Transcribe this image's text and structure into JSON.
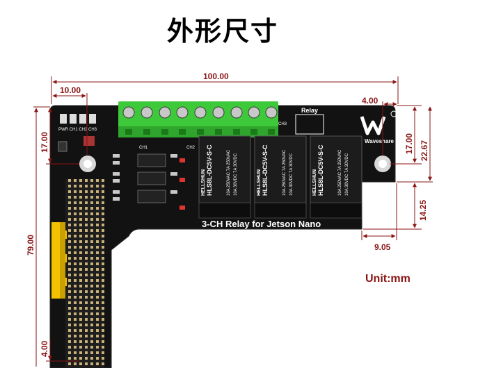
{
  "title": "外形尺寸",
  "unit_label": "Unit:mm",
  "board": {
    "name": "3-CH Relay for Jetson Nano",
    "brand": "Waveshare",
    "relay_label": "Relay",
    "relay_model": "HLS8L-DC5V-S-C",
    "relay_brand": "HELLSHUN",
    "relay_rating_1": "10A 250VAC  7A 250VAC",
    "relay_rating_2": "10A 30VDC  7A 30VDC",
    "ch1_label": "CH1",
    "ch2_label": "CH2",
    "ch3_label": "CH3",
    "led_labels": "PWR CH1 CH2 CH3",
    "colors": {
      "pcb": "#121212",
      "terminal": "#3ec93a",
      "relay": "#1c1c1c",
      "jumper": "#f2c200",
      "header": "#262626"
    }
  },
  "dimensions": {
    "total_width": "100.00",
    "left_offset": "10.00",
    "right_offset": "4.00",
    "right_height_a": "17.00",
    "right_height_b": "22.67",
    "right_step": "14.25",
    "right_step_w": "9.05",
    "left_top": "17.00",
    "left_height": "79.00",
    "left_bottom": "4.00"
  }
}
